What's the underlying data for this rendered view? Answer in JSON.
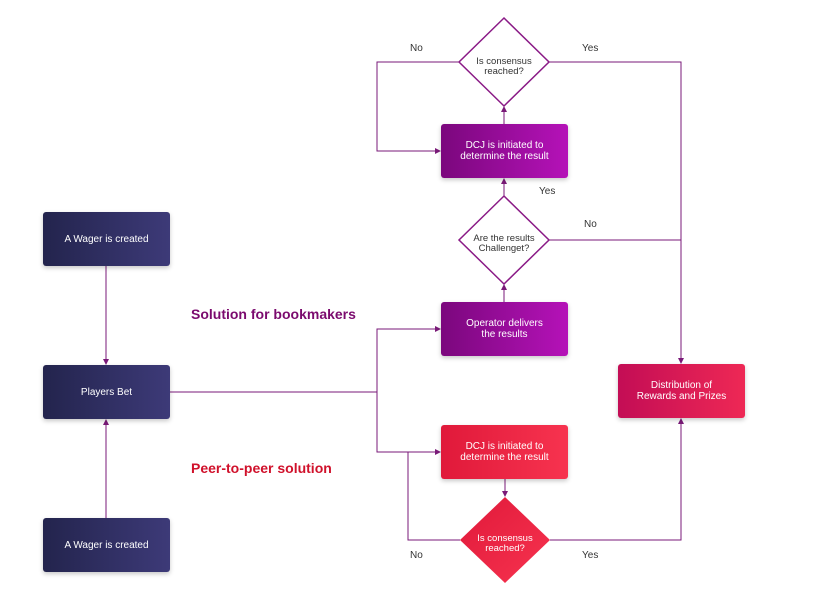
{
  "colors": {
    "navy_start": "#23244d",
    "navy_end": "#3d3a78",
    "purple_start": "#7b077d",
    "purple_end": "#b512b8",
    "red_start": "#e0193a",
    "red_end": "#f7334f",
    "connector": "#7a1a78",
    "heading_bookmakers": "#7b0a6e",
    "heading_p2p": "#d0112b"
  },
  "boxes": {
    "wager_top": "A Wager is created",
    "players_bet": "Players Bet",
    "wager_bottom": "A Wager is created",
    "dcj_top": "DCJ is initiated to\ndetermine the result",
    "operator": "Operator delivers\nthe results",
    "distribution": "Distribution of\nRewards and Prizes",
    "dcj_bottom": "DCJ is initiated to\ndetermine the result"
  },
  "decisions": {
    "consensus_top": "Is consensus\nreached?",
    "challenged": "Are the results\nChallenget?",
    "consensus_bottom": "Is consensus\nreached?"
  },
  "labels": {
    "top_no": "No",
    "top_yes": "Yes",
    "challenge_yes": "Yes",
    "challenge_no": "No",
    "bottom_no": "No",
    "bottom_yes": "Yes"
  },
  "headings": {
    "bookmakers": "Solution for bookmakers",
    "p2p": "Peer-to-peer solution"
  }
}
